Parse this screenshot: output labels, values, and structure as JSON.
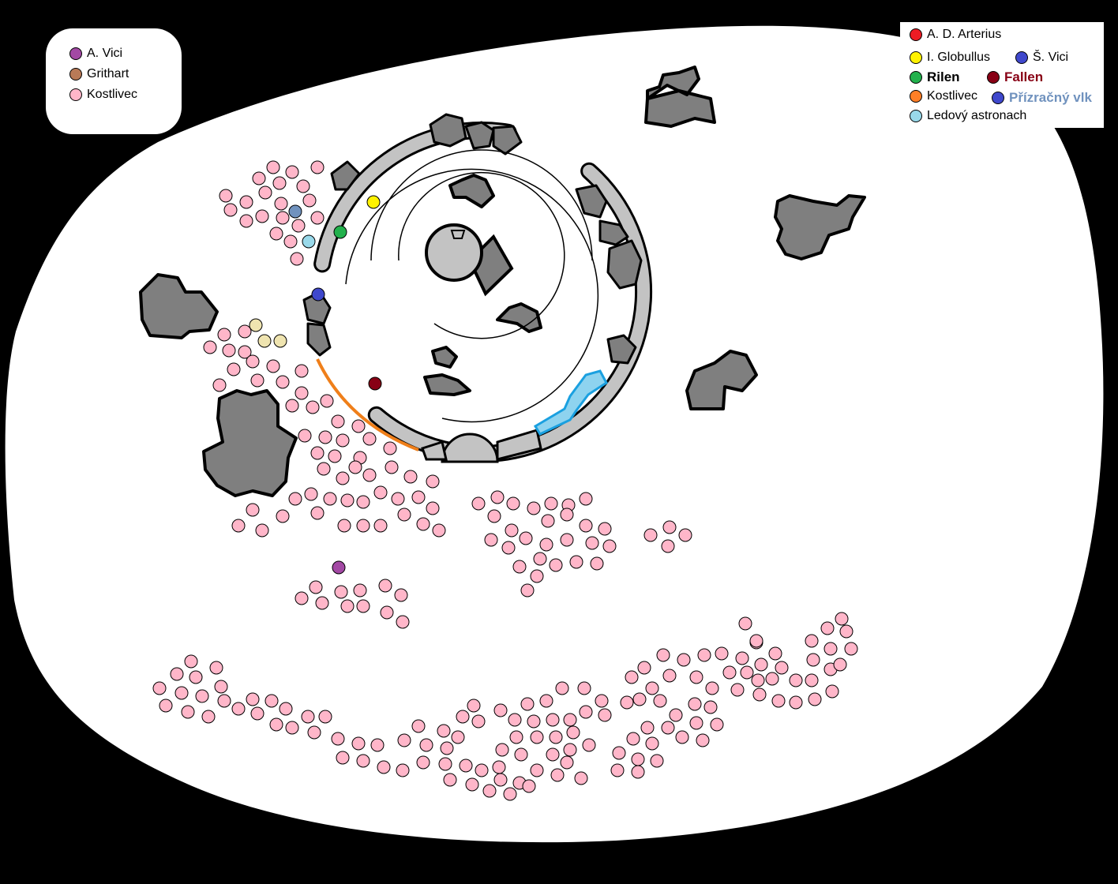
{
  "colors": {
    "background": "#000000",
    "land": "#ffffff",
    "rock": "#7f7f7f",
    "wall": "#c3c3c3",
    "skeleton_marker": "#ffb6c9",
    "ice_path": "#8ed3ef",
    "ice_path_outline": "#1aa0e0",
    "fire_arc": "#ef7f1a"
  },
  "legend_left": [
    {
      "label": "A. Vici",
      "color": "#a349a4"
    },
    {
      "label": "Grithart",
      "color": "#b97a57"
    },
    {
      "label": "Kostlivec",
      "color": "#ffb6c9"
    }
  ],
  "legend_right": [
    {
      "label": "A. D. Arterius",
      "color": "#ed1c24"
    },
    {
      "label": "I. Globullus",
      "color": "#fff200"
    },
    {
      "label": "Š. Vici",
      "color": "#3f48cc"
    },
    {
      "label": "Rilen",
      "color": "#22b14c",
      "bold": true
    },
    {
      "label": "Fallen",
      "color": "#880015",
      "bold": true,
      "text_color": "#880015"
    },
    {
      "label": "Kostlivec",
      "color": "#ff7f27"
    },
    {
      "label": "Přízračný vlk",
      "color": "#3f48cc",
      "bold": true,
      "text_color": "#7092be"
    },
    {
      "label": "Ledový astronach",
      "color": "#99d9ea"
    }
  ],
  "character_markers": [
    {
      "name": "I. Globullus",
      "color": "#fff200"
    },
    {
      "name": "Rilen",
      "color": "#22b14c"
    },
    {
      "name": "Fallen",
      "color": "#880015"
    },
    {
      "name": "Přízračný vlk",
      "color": "#3f48cc"
    },
    {
      "name": "Ledový astronach",
      "color": "#99d9ea"
    },
    {
      "name": "A. Vici",
      "color": "#a349a4"
    },
    {
      "name": "unknown steel-blue",
      "color": "#7092be"
    },
    {
      "name": "unknown tan",
      "color": "#efe4b0"
    }
  ]
}
